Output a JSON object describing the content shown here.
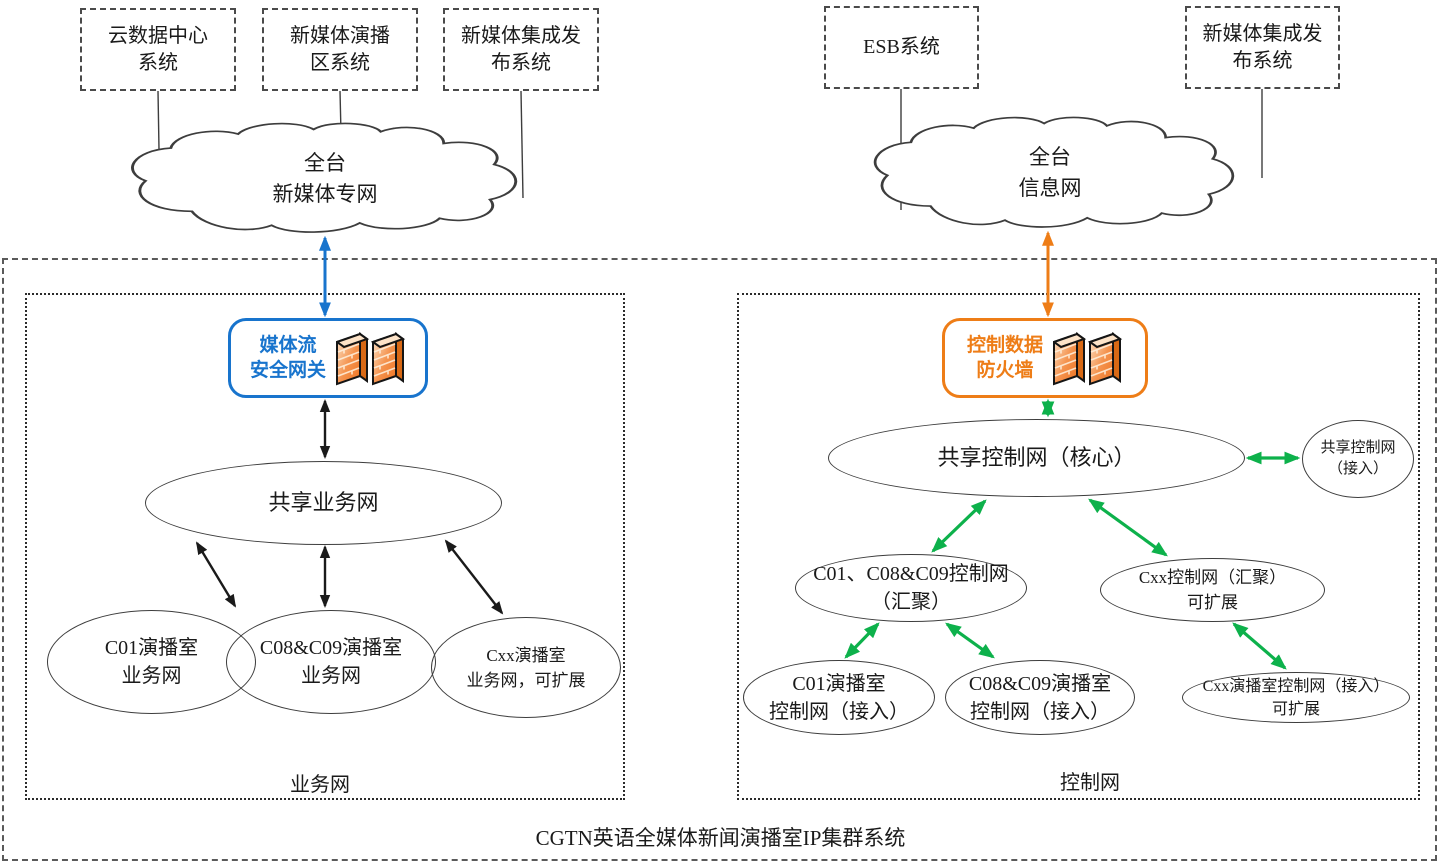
{
  "title": "CGTN英语全媒体新闻演播室IP集群系统",
  "zones": {
    "business_label": "业务网",
    "control_label": "控制网"
  },
  "clouds": {
    "media": {
      "line1": "全台",
      "line2": "新媒体专网"
    },
    "info": {
      "line1": "全台",
      "line2": "信息网"
    }
  },
  "top_systems": {
    "cloud_dc": {
      "line1": "云数据中心",
      "line2": "系统"
    },
    "newmedia_studio": {
      "line1": "新媒体演播",
      "line2": "区系统"
    },
    "newmedia_pub_l": {
      "line1": "新媒体集成发",
      "line2": "布系统"
    },
    "esb": {
      "line1": "ESB系统"
    },
    "newmedia_pub_r": {
      "line1": "新媒体集成发",
      "line2": "布系统"
    }
  },
  "gateways": {
    "media_gateway": {
      "line1": "媒体流",
      "line2": "安全网关"
    },
    "control_firewall": {
      "line1": "控制数据",
      "line2": "防火墙"
    }
  },
  "business": {
    "hub": "共享业务网",
    "c01": {
      "line1": "C01演播室",
      "line2": "业务网"
    },
    "c0809": {
      "line1": "C08&C09演播室",
      "line2": "业务网"
    },
    "cxx": {
      "line1": "Cxx演播室",
      "line2": "业务网，可扩展"
    }
  },
  "control": {
    "core": "共享控制网（核心）",
    "access": {
      "line1": "共享控制网",
      "line2": "（接入）"
    },
    "agg_c01": {
      "line1": "C01、C08&C09控制网",
      "line2": "（汇聚）"
    },
    "agg_cxx": {
      "line1": "Cxx控制网（汇聚）",
      "line2": "可扩展"
    },
    "acc_c01": {
      "line1": "C01演播室",
      "line2": "控制网（接入）"
    },
    "acc_c0809": {
      "line1": "C08&C09演播室",
      "line2": "控制网（接入）"
    },
    "acc_cxx": {
      "line1": "Cxx演播室控制网（接入）",
      "line2": "可扩展"
    }
  },
  "colors": {
    "gateway_blue": "#1874cd",
    "firewall_orange": "#ee7d17",
    "control_green": "#0db14b",
    "line_black": "#1a1a1a",
    "outline_gray": "#3d3d3d"
  },
  "icons": {
    "gateway_icon": "firewall-bricks-icon"
  }
}
